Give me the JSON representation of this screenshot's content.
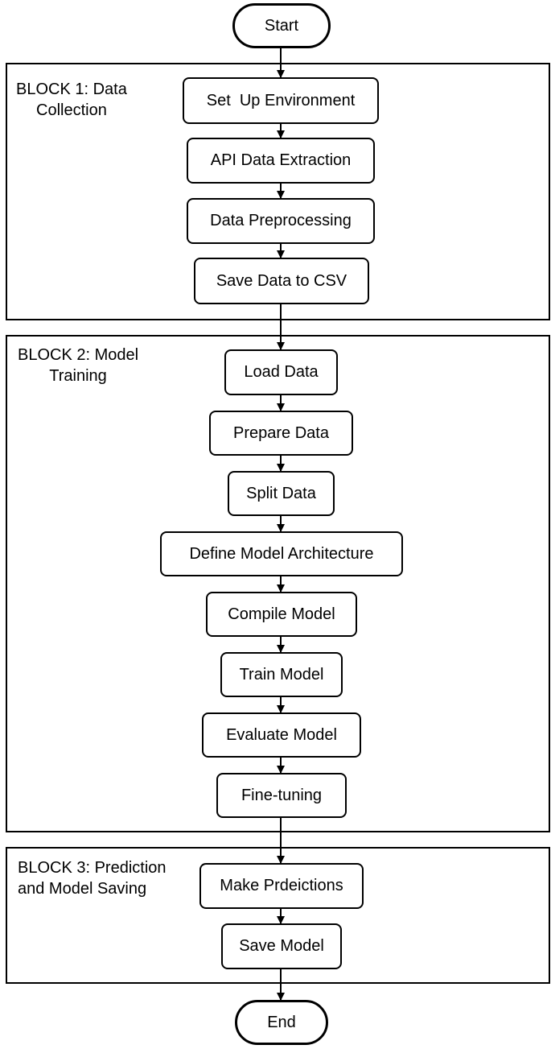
{
  "start_label": "Start",
  "end_label": "End",
  "blocks": [
    {
      "title_line1": "BLOCK 1: Data",
      "title_line2": "Collection",
      "steps": [
        "Set  Up Environment",
        "API Data Extraction",
        "Data Preprocessing",
        "Save Data to CSV"
      ]
    },
    {
      "title_line1": "BLOCK 2: Model",
      "title_line2": "Training",
      "steps": [
        "Load Data",
        "Prepare Data",
        "Split Data",
        "Define Model Architecture",
        "Compile Model",
        "Train Model",
        "Evaluate Model",
        "Fine-tuning"
      ]
    },
    {
      "title_line1": "BLOCK 3: Prediction",
      "title_line2": "and Model Saving",
      "steps": [
        "Make Prdeictions",
        "Save Model"
      ]
    }
  ]
}
